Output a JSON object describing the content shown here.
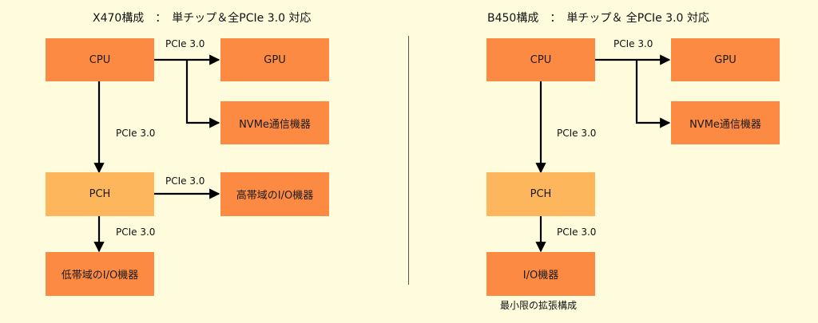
{
  "left": {
    "title": "X470構成　：　単チップ＆全PCIe 3.0 対応",
    "nodes": {
      "cpu": "CPU",
      "gpu": "GPU",
      "nvme": "NVMe通信機器",
      "pch": "PCH",
      "high_io": "高帯域のI/O機器",
      "low_io": "低帯域のI/O機器"
    },
    "edges": {
      "cpu_gpu": "PCIe 3.0",
      "cpu_pch": "PCIe 3.0",
      "pch_high": "PCIe 3.0",
      "pch_low": "PCIe 3.0"
    }
  },
  "right": {
    "title": "B450構成　：　単チップ＆ 全PCIe 3.0 対応",
    "nodes": {
      "cpu": "CPU",
      "gpu": "GPU",
      "nvme": "NVMe通信機器",
      "pch": "PCH",
      "io": "I/O機器"
    },
    "edges": {
      "cpu_gpu": "PCIe 3.0",
      "cpu_pch": "PCIe 3.0",
      "pch_io": "PCIe 3.0"
    },
    "caption": "最小限の拡張構成"
  },
  "colors": {
    "background": "#fefcdc",
    "node_dark": "#fd8a43",
    "node_light": "#fdb65b",
    "arrow": "#000000"
  }
}
